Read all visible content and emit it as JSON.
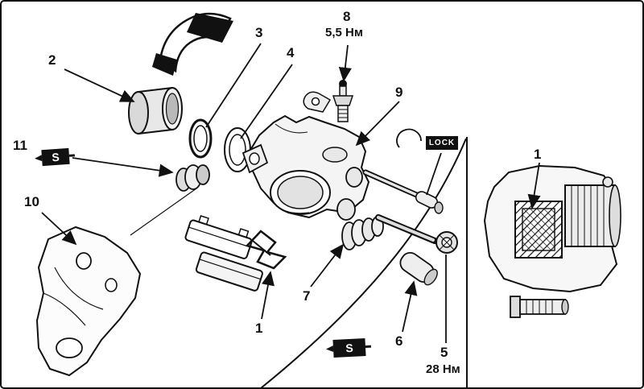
{
  "colors": {
    "ink": "#111111",
    "paper": "#ffffff"
  },
  "callouts": {
    "c1_main": "1",
    "c1_inset": "1",
    "c2": "2",
    "c3": "3",
    "c4": "4",
    "c5": "5",
    "c6": "6",
    "c7": "7",
    "c8": "8",
    "c9": "9",
    "c10": "10",
    "c11": "11"
  },
  "annotations": {
    "torque_bleed_screw": "5,5 Нм",
    "torque_caliper_bolt": "28 Нм",
    "lock": "LOCK",
    "grease_left": "S",
    "grease_bottom": "S"
  }
}
